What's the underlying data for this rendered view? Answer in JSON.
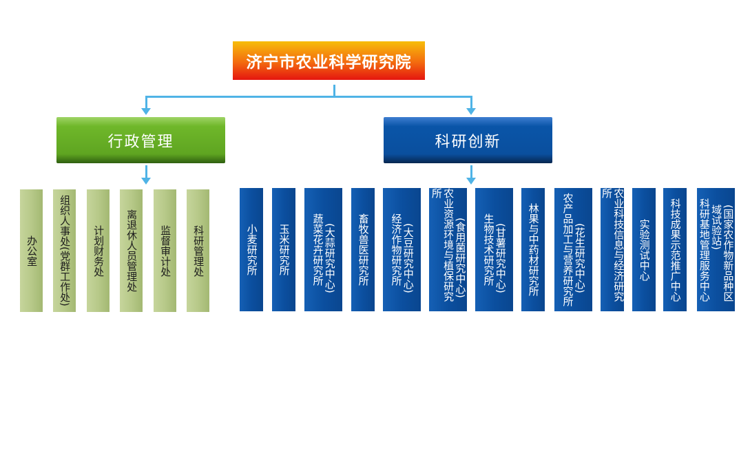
{
  "title": "济宁市农业科学研究院",
  "admin": {
    "label": "行政管理",
    "items": [
      {
        "main": "办公室"
      },
      {
        "main": "组织人事处(党群工作处)"
      },
      {
        "main": "计划财务处"
      },
      {
        "main": "离退休人员管理处"
      },
      {
        "main": "监督审计处"
      },
      {
        "main": "科研管理处"
      }
    ]
  },
  "research": {
    "label": "科研创新",
    "items": [
      {
        "main": "小麦研究所"
      },
      {
        "main": "玉米研究所"
      },
      {
        "main": "蔬菜花卉研究所",
        "sub": "(大蒜研究中心)"
      },
      {
        "main": "畜牧兽医研究所"
      },
      {
        "main": "经济作物研究所",
        "sub": "(大豆研究中心)"
      },
      {
        "main": "农业资源环境与植保研究所",
        "sub": "(食用菌研究中心)"
      },
      {
        "main": "生物技术研究所",
        "sub": "(甘薯研究中心)"
      },
      {
        "main": "林果与中药材研究所"
      },
      {
        "main": "农产品加工与营养研究所",
        "sub": "(花生研究中心)"
      },
      {
        "main": "农业科技信息与经济研究所"
      },
      {
        "main": "实验测试中心"
      },
      {
        "main": "科技成果示范推广中心"
      },
      {
        "main": "科研基地管理服务中心",
        "sub": "(国家农作物新品种区域试验站)"
      }
    ]
  }
}
